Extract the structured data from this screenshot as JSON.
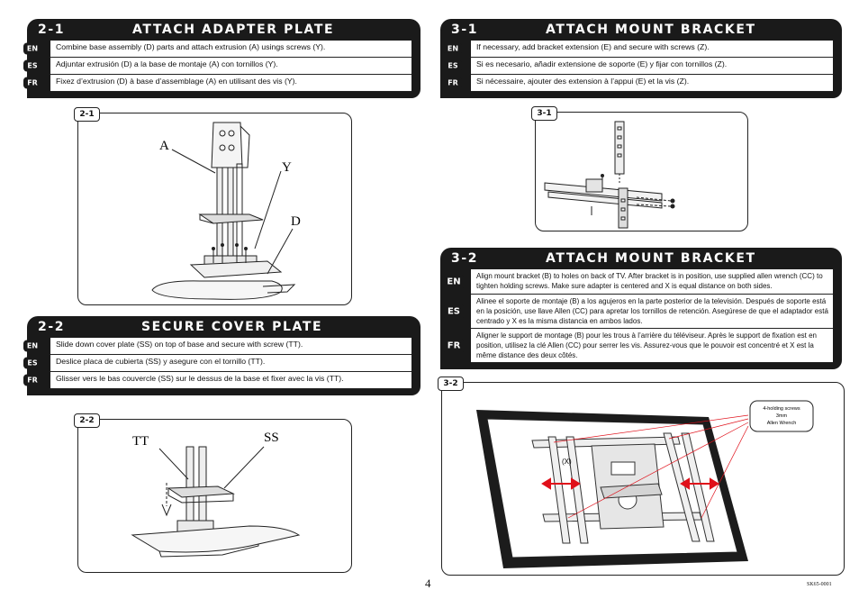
{
  "sections": {
    "s21": {
      "number": "2-1",
      "title": "ATTACH ADAPTER PLATE",
      "rows": [
        {
          "lang": "EN",
          "text": "Combine base assembly (D) parts and attach extrusion (A) usings screws (Y)."
        },
        {
          "lang": "ES",
          "text": "Adjuntar extrusión (D) a la base de montaje (A) con tornillos (Y)."
        },
        {
          "lang": "FR",
          "text": "Fixez d’extrusion (D) à base d’assemblage (A) en utilisant des vis (Y)."
        }
      ]
    },
    "s22": {
      "number": "2-2",
      "title": "SECURE COVER PLATE",
      "rows": [
        {
          "lang": "EN",
          "text": "Slide down cover plate (SS) on top of base and secure with screw (TT)."
        },
        {
          "lang": "ES",
          "text": "Deslice placa de cubierta (SS) y asegure con el tornillo (TT)."
        },
        {
          "lang": "FR",
          "text": "Glisser vers le bas couvercle (SS) sur le dessus de la base et fixer avec la vis (TT)."
        }
      ]
    },
    "s31": {
      "number": "3-1",
      "title": "ATTACH MOUNT BRACKET",
      "rows": [
        {
          "lang": "EN",
          "text": "If necessary, add bracket extension (E) and secure with screws (Z)."
        },
        {
          "lang": "ES",
          "text": "Si es necesario, añadir extensione de soporte (E) y fijar con tornillos (Z)."
        },
        {
          "lang": "FR",
          "text": "Si nécessaire, ajouter des extension à l’appui (E) et la vis (Z)."
        }
      ]
    },
    "s32": {
      "number": "3-2",
      "title": "ATTACH MOUNT BRACKET",
      "rows": [
        {
          "lang": "EN",
          "text": "Align mount bracket (B) to holes on back of TV.  After bracket is in position, use supplied allen wrench (CC) to tighten holding screws.  Make sure adapter is centered and X is equal distance on both sides."
        },
        {
          "lang": "ES",
          "text": "Alinee el soporte de montaje (B) a los agujeros en la parte posterior de la televisión. Después de soporte está en la posición, use llave Allen (CC) para apretar los tornillos de retención. Asegúrese de que el adaptador está centrado y X es la misma distancia en ambos lados."
        },
        {
          "lang": "FR",
          "text": "Aligner le support de montage (B) pour les trous à l’arrière du téléviseur. Après le support de fixation est en position, utilisez la clé Allen (CC) pour serrer les vis. Assurez-vous que le pouvoir est concentré et X est la même distance des deux côtés."
        }
      ]
    }
  },
  "panels": {
    "p21": {
      "label": "2-1",
      "callouts": {
        "a": "A",
        "y": "Y",
        "d": "D"
      }
    },
    "p22": {
      "label": "2-2",
      "callouts": {
        "tt": "TT",
        "ss": "SS"
      }
    },
    "p31": {
      "label": "3-1"
    },
    "p32": {
      "label": "3-2",
      "note_line1": "4-holding screws",
      "note_line2": "3mm",
      "note_line3": "Allen Wrench",
      "x_mark": "(X)"
    }
  },
  "page_number": "4",
  "doc_code": "SK65-0001",
  "colors": {
    "header": "#1a1a1a",
    "arrow": "#e0101a",
    "leader": "#e0101a"
  }
}
